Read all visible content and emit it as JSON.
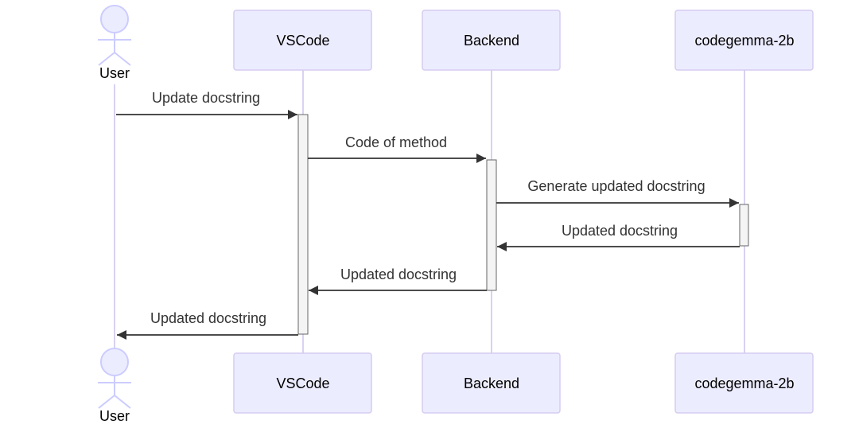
{
  "participants": {
    "user": "User",
    "vscode": "VSCode",
    "backend": "Backend",
    "model": "codegemma-2b"
  },
  "messages": [
    {
      "label": "Update docstring"
    },
    {
      "label": "Code of method"
    },
    {
      "label": "Generate updated docstring"
    },
    {
      "label": "Updated docstring"
    },
    {
      "label": "Updated docstring"
    },
    {
      "label": "Updated docstring"
    }
  ],
  "colors": {
    "actor_fill": "#ECECFF",
    "actor_stroke": "#CCCCFF",
    "box_fill": "#ECECFF",
    "box_stroke": "#D6CCF0",
    "lifeline": "#D9D2F2",
    "activation_fill": "#F4F4F4",
    "activation_stroke": "#666666",
    "arrow": "#333333",
    "text": "#333333"
  }
}
